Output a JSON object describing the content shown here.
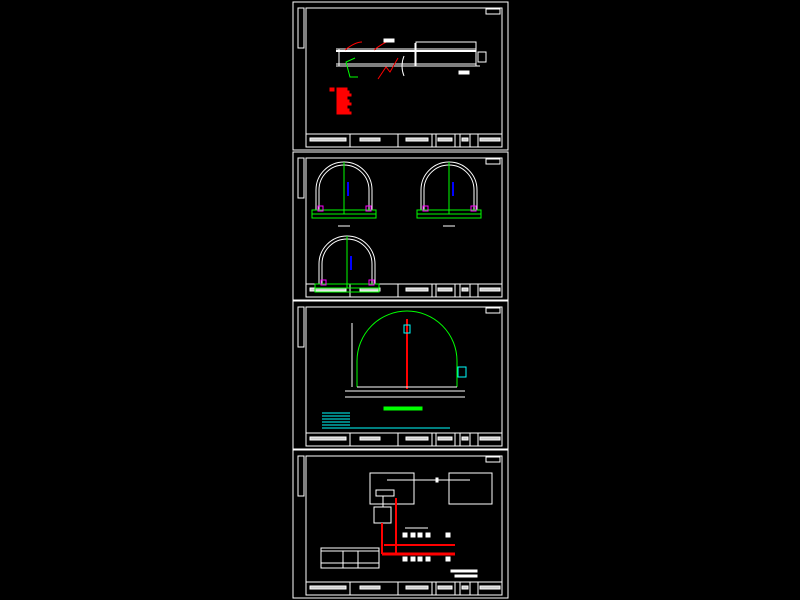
{
  "viewer": {
    "background": "#000000"
  },
  "colors": {
    "frame": "#ffffff",
    "red": "#ff0000",
    "green": "#00ff00",
    "blue": "#0000ff",
    "cyan": "#00ffff",
    "magenta": "#ff00ff"
  },
  "sheets": [
    {
      "id": "sheet-1",
      "content": "longitudinal-profile"
    },
    {
      "id": "sheet-2",
      "content": "tunnel-cross-sections"
    },
    {
      "id": "sheet-3",
      "content": "tunnel-section-detail"
    },
    {
      "id": "sheet-4",
      "content": "wiring-schematic"
    }
  ]
}
